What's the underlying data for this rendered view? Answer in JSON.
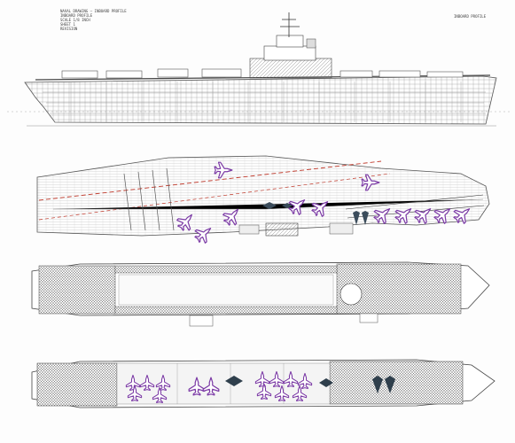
{
  "title_block": {
    "lines": [
      "NAVAL DRAWING — INBOARD PROFILE",
      "INBOARD PROFILE",
      "SCALE 1/8 INCH",
      "SHEET 1",
      "REVISION"
    ],
    "right_label": "INBOARD PROFILE"
  },
  "views": [
    {
      "name": "inboard-profile",
      "label": ""
    },
    {
      "name": "flight-deck-plan",
      "label": ""
    },
    {
      "name": "gallery-deck-plan",
      "label": ""
    },
    {
      "name": "hangar-deck-plan",
      "label": ""
    }
  ],
  "colors": {
    "line": "#555555",
    "light_line": "#9a9a9a",
    "aircraft_outline": "#7b3aa5",
    "aircraft_fill": "#ffffff",
    "deck_marking": "#c0392b"
  },
  "icons": {
    "aircraft": "jet-fighter-silhouette",
    "parked_aircraft": "dark-aircraft-silhouette"
  }
}
